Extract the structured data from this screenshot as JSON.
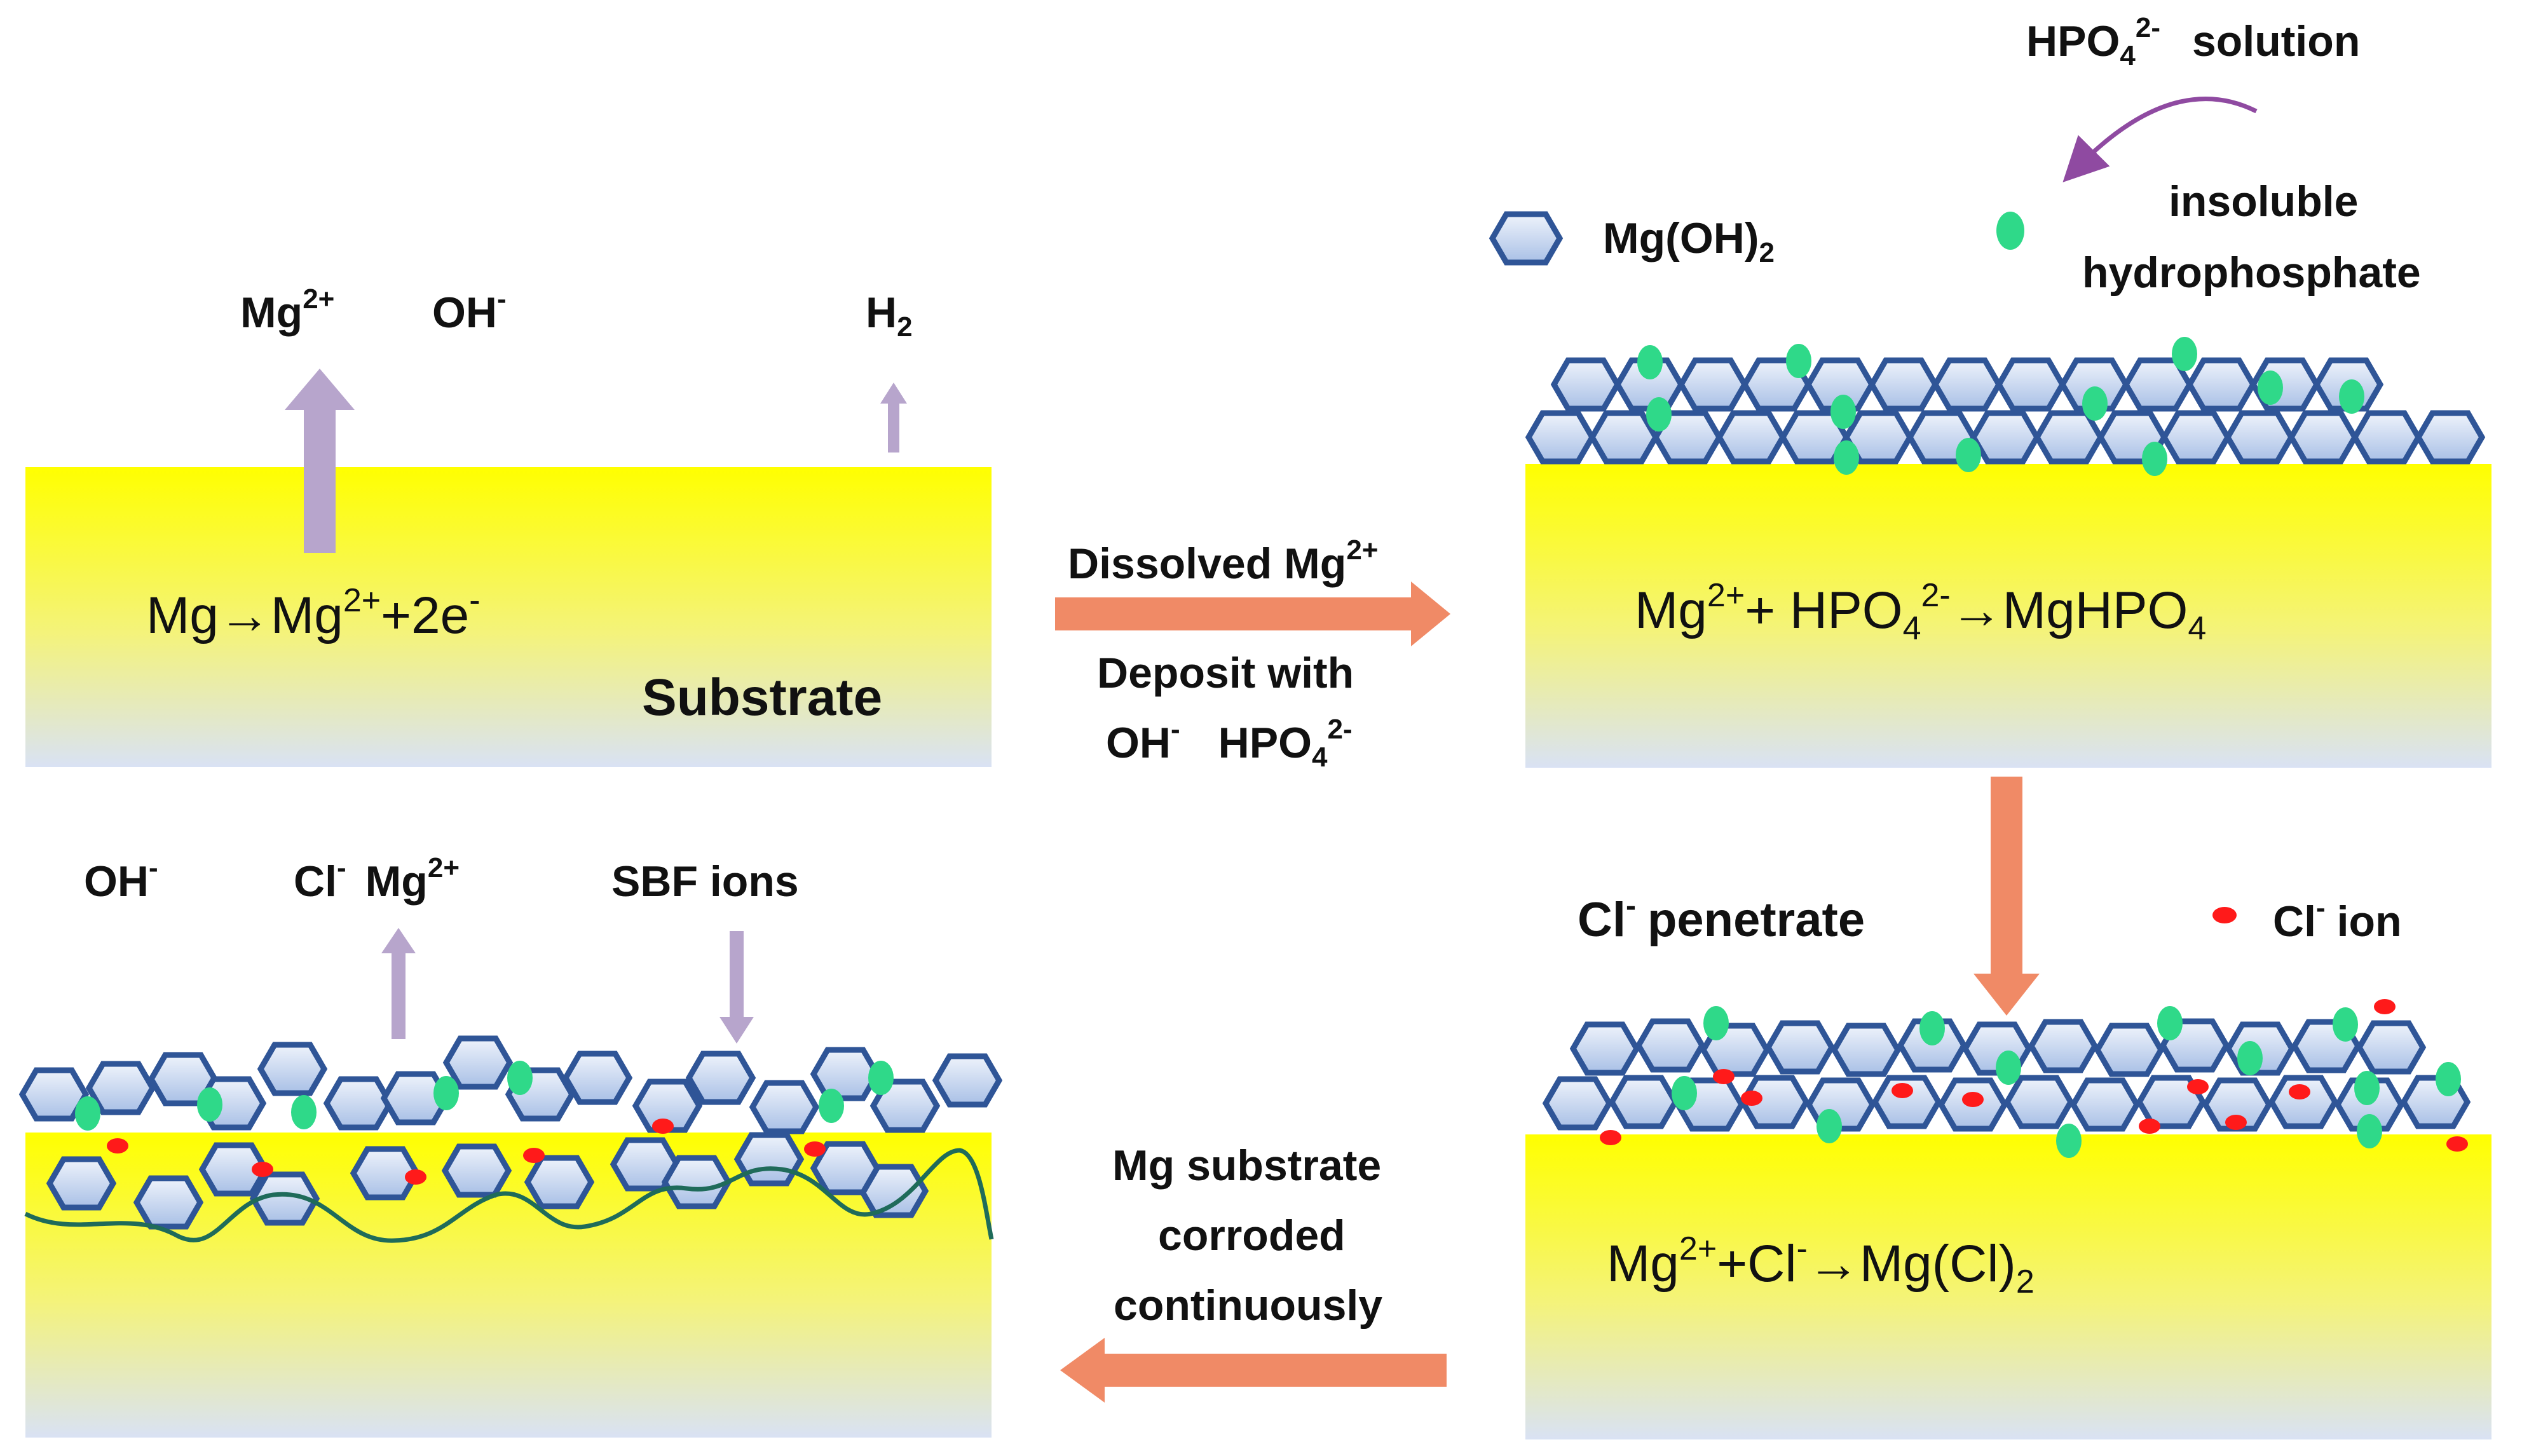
{
  "colors": {
    "substrate_top": "#ffff00",
    "substrate_bottom": "#d9e2f4",
    "hexagon_fill": "#c8d7ef",
    "hexagon_stroke": "#2f5597",
    "hydrophosphate": "#2fd989",
    "cl_ion": "#ff1a1a",
    "arrow_orange": "#f08a66",
    "arrow_lilac": "#b7a5cc",
    "curve_arrow": "#8f4aa1",
    "corrosion_line": "#1f6b5a"
  },
  "panel1": {
    "mg_ion": "Mg",
    "mg_ion_sup": "2+",
    "oh": "OH",
    "oh_sup": "-",
    "h2": "H",
    "h2_sub": "2",
    "reaction": {
      "a": "Mg→Mg",
      "a_sup": "2+",
      "b": "+2e",
      "b_sup": "-"
    },
    "substrate": "Substrate"
  },
  "arrow_right": {
    "line1": "Dissolved Mg",
    "line1_sup": "2+",
    "line2": "Deposit with",
    "line3_oh": "OH",
    "line3_oh_sup": "-",
    "line3_hpo": "HPO",
    "line3_hpo_sub": "4",
    "line3_hpo_sup": "2-"
  },
  "panel2": {
    "legend_hex": "Mg(OH)",
    "legend_hex_sub": "2",
    "solution": "HPO",
    "solution_sub": "4",
    "solution_sup": "2-",
    "solution_word": "solution",
    "insoluble_1": "insoluble",
    "insoluble_2": "hydrophosphate",
    "reaction": {
      "a": "Mg",
      "a_sup": "2+",
      "b": "+ HPO",
      "b_sub": "4",
      "b_sup": "2-",
      "c": "→MgHPO",
      "c_sub": "4"
    }
  },
  "arrow_down": {
    "label": "Cl",
    "label_sup": "-",
    "label_rest": "penetrate",
    "cl_legend": "Cl",
    "cl_legend_sup": "-",
    "cl_legend_rest": "ion"
  },
  "panel3": {
    "reaction": {
      "a": "Mg",
      "a_sup": "2+",
      "b": "+Cl",
      "b_sup": "-",
      "c": "→Mg(Cl)",
      "c_sub": "2"
    }
  },
  "arrow_left": {
    "line1": "Mg substrate",
    "line2": "corroded",
    "line3": "continuously"
  },
  "panel4": {
    "oh": "OH",
    "oh_sup": "-",
    "cl": "Cl",
    "cl_sup": "-",
    "mg": "Mg",
    "mg_sup": "2+",
    "sbf": "SBF ions"
  }
}
